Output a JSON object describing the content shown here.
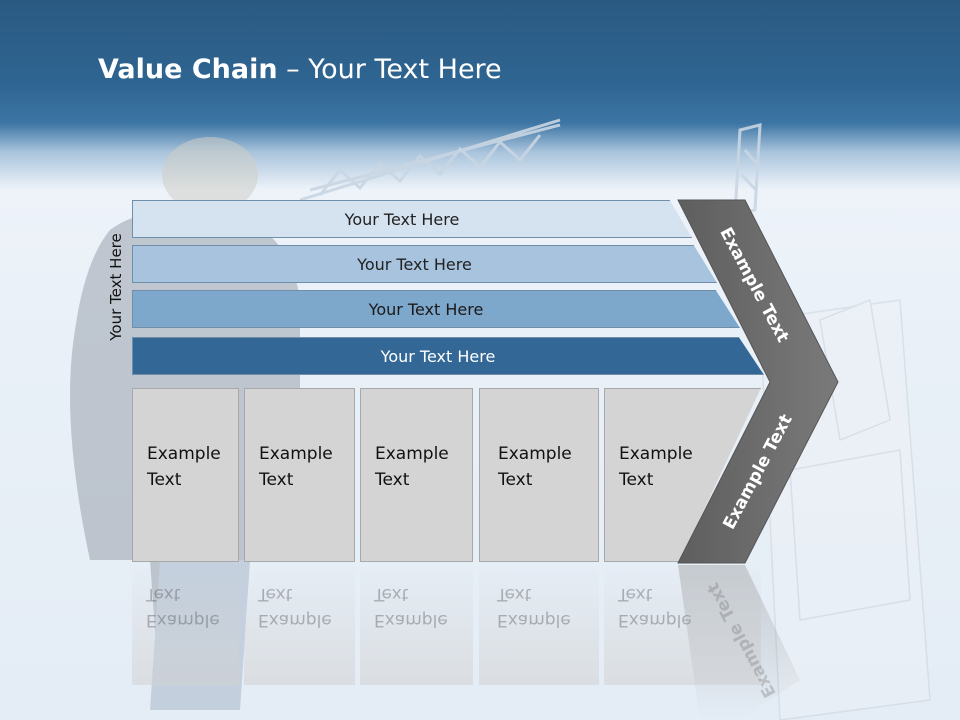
{
  "slide": {
    "title_bold": "Value Chain",
    "title_rest": " – Your Text Here",
    "side_label": "Your Text Here"
  },
  "bars": [
    {
      "label": "Your Text Here",
      "color": "#d5e2ef",
      "text_color": "#222222"
    },
    {
      "label": "Your Text Here",
      "color": "#a7c3de",
      "text_color": "#222222"
    },
    {
      "label": "Your Text Here",
      "color": "#7ea7cc",
      "text_color": "#1a1a1a"
    },
    {
      "label": "Your Text Here",
      "color": "#336896",
      "text_color": "#ffffff"
    }
  ],
  "columns": [
    {
      "line1": "Example",
      "line2": "Text"
    },
    {
      "line1": "Example",
      "line2": "Text"
    },
    {
      "line1": "Example",
      "line2": "Text"
    },
    {
      "line1": "Example",
      "line2": "Text"
    },
    {
      "line1": "Example",
      "line2": "Text"
    }
  ],
  "chevron": {
    "upper_label": "Example Text",
    "lower_label": "Example Text",
    "color": "#6b6b6b"
  },
  "colors": {
    "header": "#2f6592",
    "column_fill": "#d4d4d4"
  }
}
